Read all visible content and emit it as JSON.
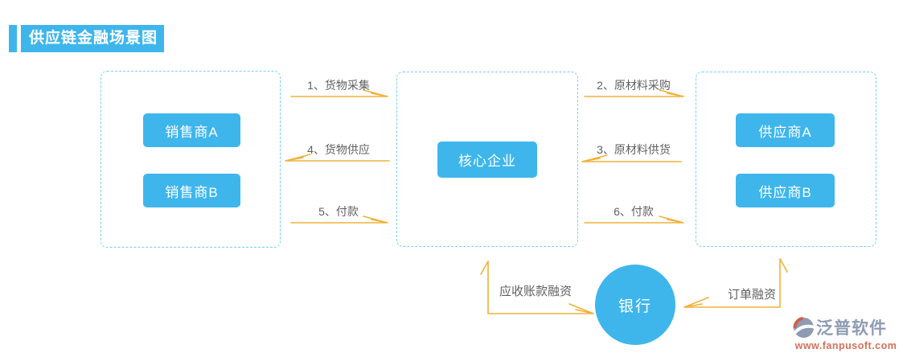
{
  "title": "供应链金融场景图",
  "groups": {
    "sellers": {
      "items": [
        "销售商A",
        "销售商B"
      ]
    },
    "core": {
      "items": [
        "核心企业"
      ]
    },
    "suppliers": {
      "items": [
        "供应商A",
        "供应商B"
      ]
    }
  },
  "flows": {
    "left": [
      {
        "label": "1、货物采集",
        "direction": "right"
      },
      {
        "label": "4、货物供应",
        "direction": "left"
      },
      {
        "label": "5、付款",
        "direction": "right"
      }
    ],
    "right": [
      {
        "label": "2、原材料采购",
        "direction": "right"
      },
      {
        "label": "3、原材料供货",
        "direction": "left"
      },
      {
        "label": "6、付款",
        "direction": "right"
      }
    ],
    "bank_left": {
      "label": "应收账款融资",
      "direction": "up"
    },
    "bank_right": {
      "label": "订单融资",
      "direction": "up"
    }
  },
  "bank": {
    "label": "银行"
  },
  "watermark": {
    "brand": "泛普软件",
    "url": "www.fanpusoft.com"
  },
  "colors": {
    "primary_blue": "#3eb6ec",
    "dashed_border": "#79cdf4",
    "arrow_orange": "#f0b13a",
    "label_gray": "#606060",
    "brand_gray_blue": "#8e9bb3",
    "url_red": "#d4705a"
  }
}
